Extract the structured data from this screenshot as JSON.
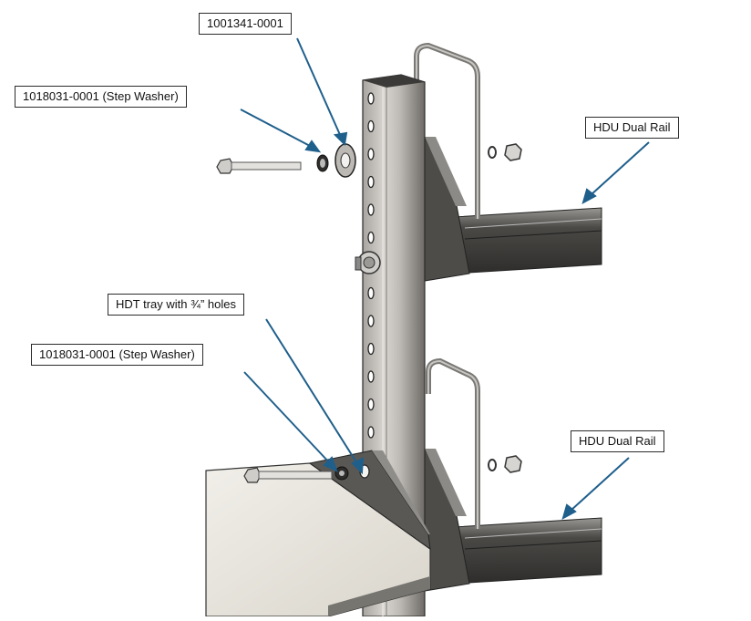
{
  "diagram": {
    "callouts": {
      "part_number_top": "1001341-0001",
      "step_washer_top": "1018031-0001 (Step Washer)",
      "hdu_rail_top": "HDU Dual Rail",
      "hdt_tray": "HDT tray with ¾” holes",
      "step_washer_bottom": "1018031-0001 (Step Washer)",
      "hdu_rail_bottom": "HDU Dual Rail"
    },
    "colors": {
      "leader_line": "#1f5f8b",
      "post_light": "#c9c6c1",
      "post_dark": "#5f5c58",
      "rail_dark": "#3d3c3a",
      "tray": "#e9e6df"
    }
  }
}
